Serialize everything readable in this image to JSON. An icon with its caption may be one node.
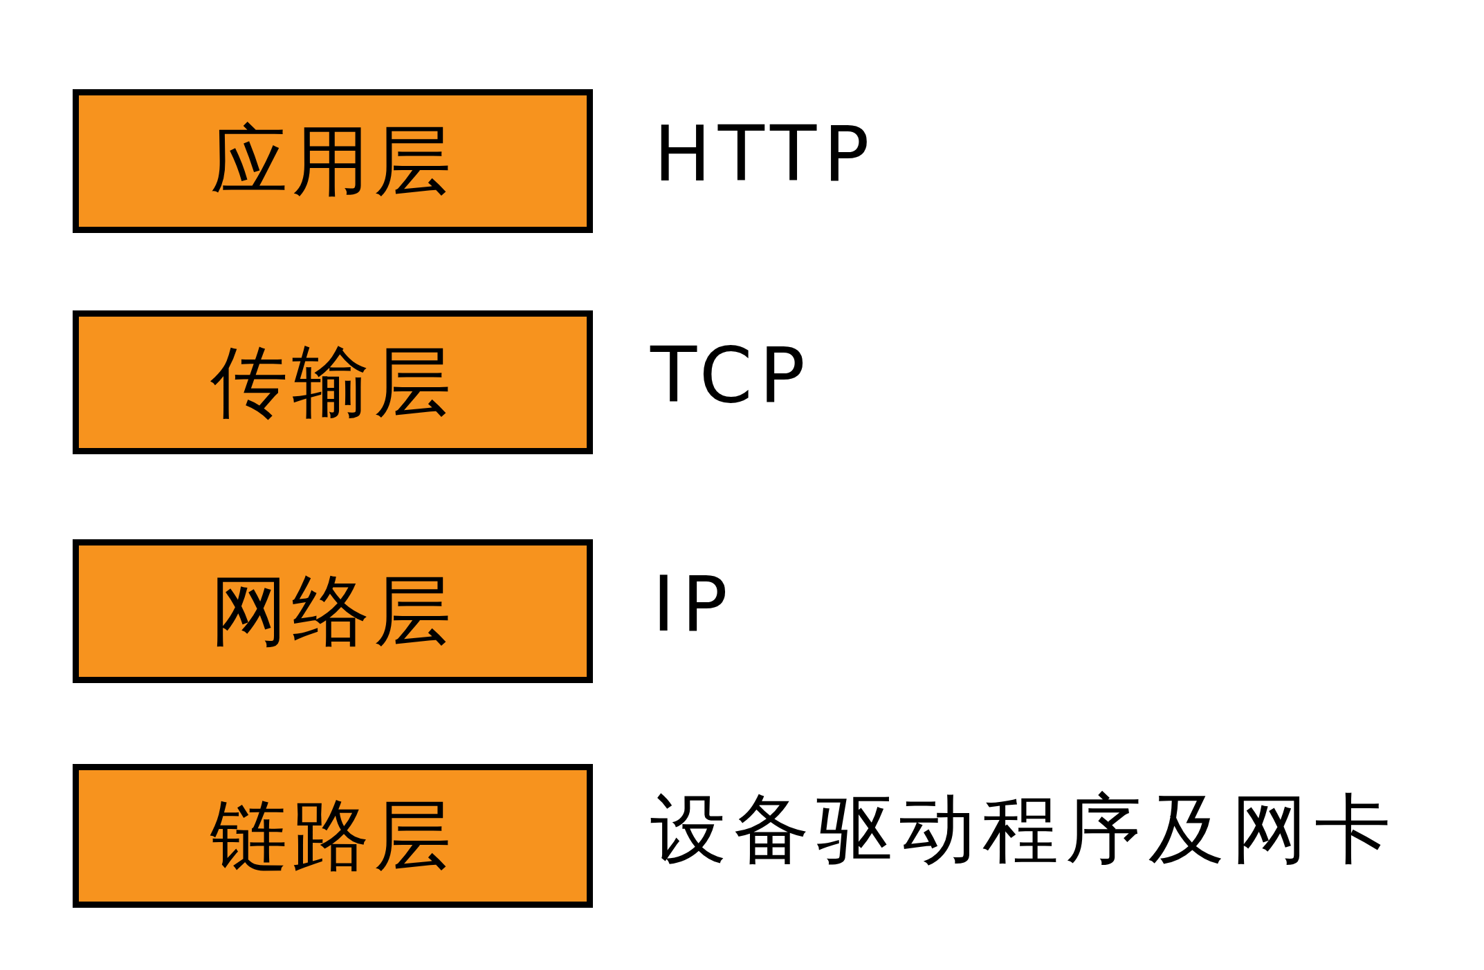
{
  "diagram": {
    "nodes": [
      {
        "text": [
          "应用层"
        ],
        "beside": [
          "HTTP"
        ]
      },
      {
        "text": [
          "传输层"
        ],
        "beside": [
          "TCP"
        ]
      },
      {
        "text": [
          "网络层"
        ],
        "beside": [
          "IP"
        ]
      },
      {
        "text": [
          "链路层"
        ],
        "beside": [
          "设备驱动程序及网卡"
        ]
      }
    ]
  }
}
